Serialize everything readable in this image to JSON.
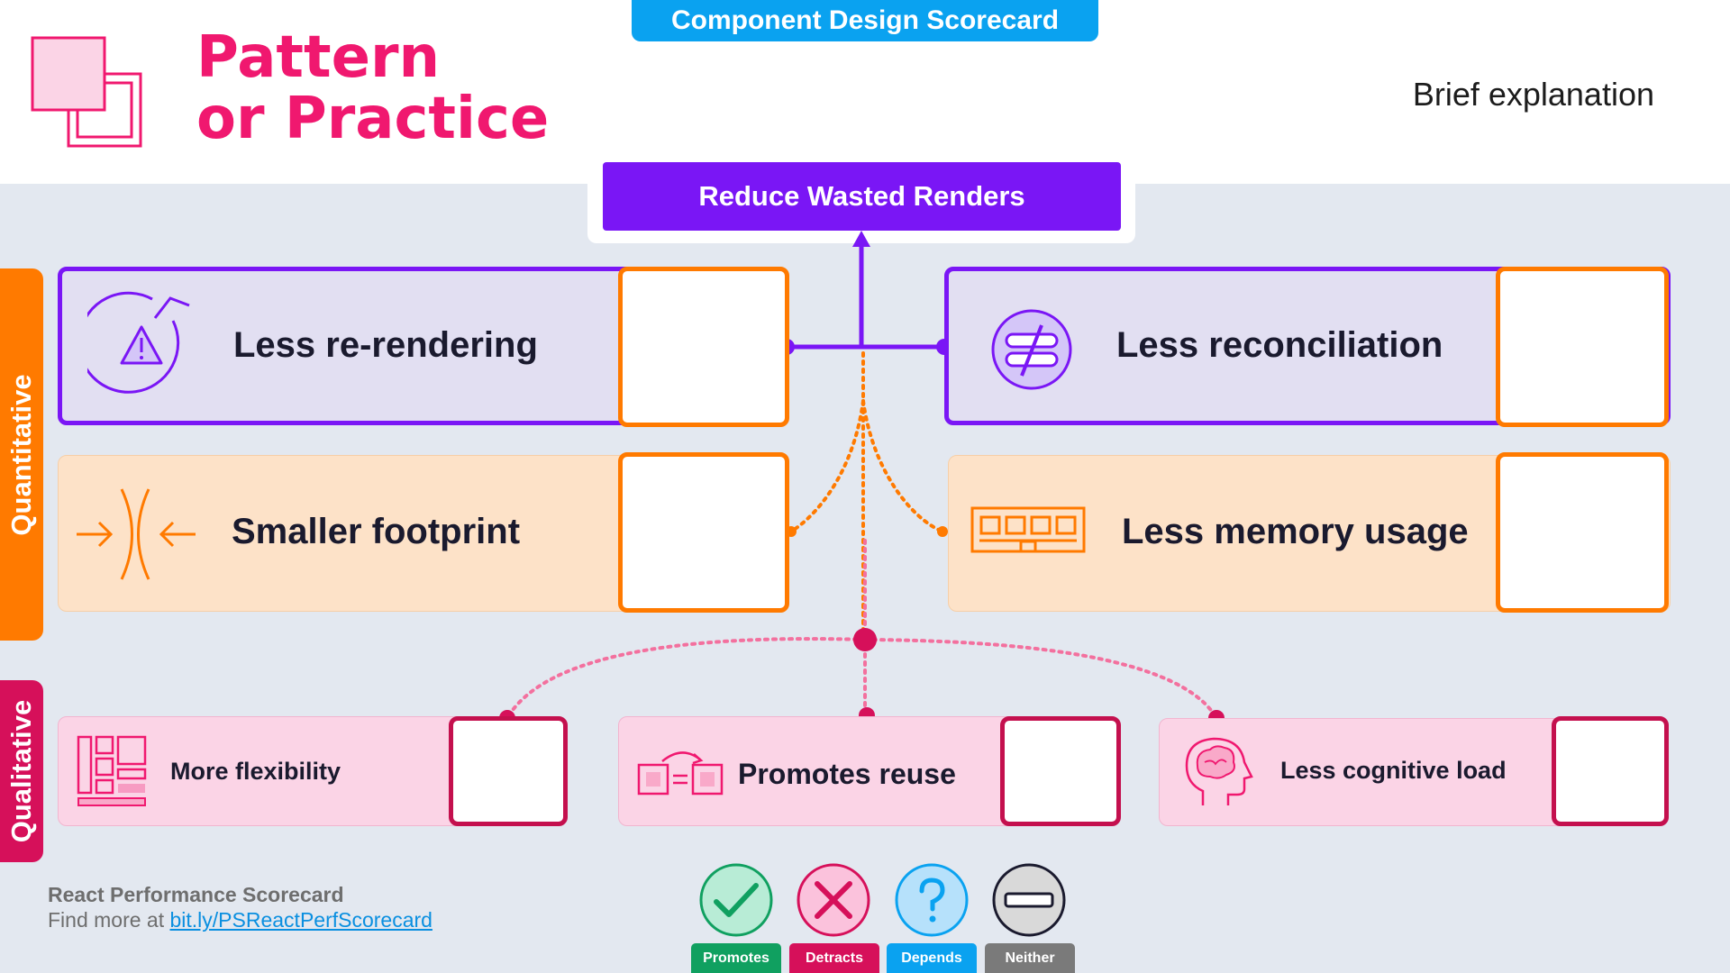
{
  "header": {
    "scorecard_tag": "Component Design Scorecard",
    "title_line1": "Pattern",
    "title_line2": "or Practice",
    "brief": "Brief explanation"
  },
  "goal": "Reduce Wasted Renders",
  "side_tabs": {
    "quantitative": "Quantitative",
    "qualitative": "Qualitative"
  },
  "quantitative": {
    "less_rerendering": "Less re-rendering",
    "less_reconciliation": "Less reconciliation",
    "smaller_footprint": "Smaller footprint",
    "less_memory": "Less memory usage"
  },
  "qualitative": {
    "more_flexibility": "More flexibility",
    "promotes_reuse": "Promotes reuse",
    "less_cognitive": "Less cognitive load"
  },
  "footer": {
    "title": "React Performance Scorecard",
    "link_prefix": "Find more at",
    "link_text": "bit.ly/PSReactPerfScorecard"
  },
  "legend": {
    "promotes": "Promotes",
    "detracts": "Detracts",
    "depends": "Depends",
    "neither": "Neither"
  },
  "colors": {
    "purple": "#7a16f5",
    "orange": "#ff7a00",
    "pink": "#f0186f",
    "crimson": "#c4104e",
    "blue": "#0aa2f0",
    "green": "#10a060",
    "gray": "#7a7a7a"
  }
}
